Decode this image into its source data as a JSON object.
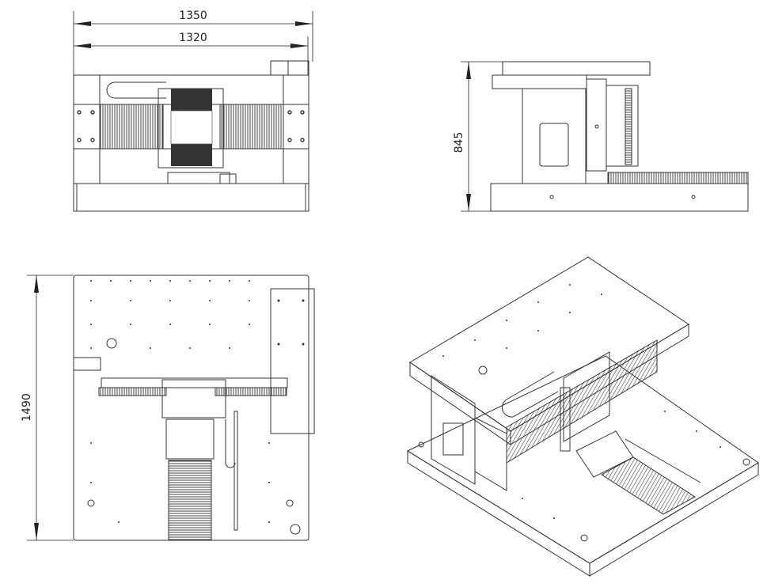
{
  "drawing": {
    "views": [
      "front-view",
      "side-view",
      "top-view",
      "isometric-view"
    ],
    "dimensions": {
      "overall_width": "1350",
      "inner_width": "1320",
      "height": "845",
      "depth": "1490"
    }
  }
}
